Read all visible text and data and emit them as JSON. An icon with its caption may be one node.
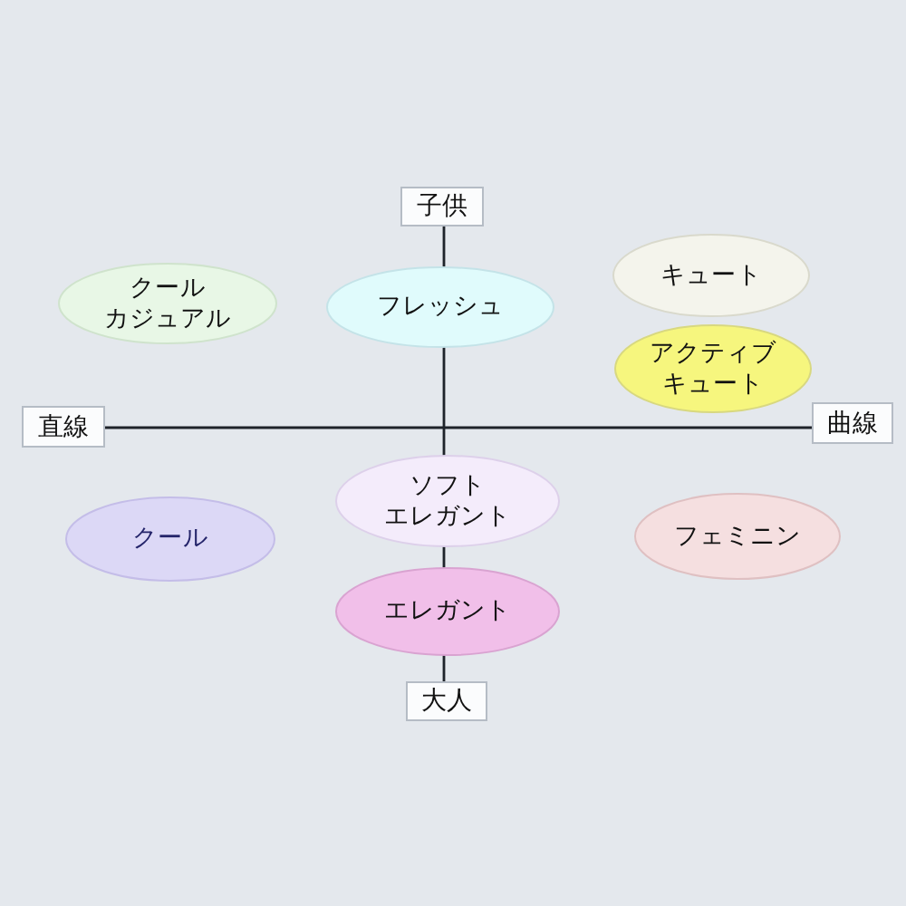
{
  "diagram": {
    "nodes": [
      {
        "text": [
          "子供"
        ]
      },
      {
        "text": [
          "クールカジュアル"
        ]
      },
      {
        "text": [
          "フレッシュ"
        ]
      },
      {
        "text": [
          "キュート"
        ]
      },
      {
        "text": [
          "アクティブキュート"
        ]
      },
      {
        "text": [
          "直線"
        ]
      },
      {
        "text": [
          "曲線"
        ]
      },
      {
        "text": [
          "ソフトエレガント"
        ]
      },
      {
        "text": [
          "クール"
        ]
      },
      {
        "text": [
          "フェミニン"
        ]
      },
      {
        "text": [
          "エレガント"
        ]
      },
      {
        "text": [
          "大人"
        ]
      }
    ]
  }
}
